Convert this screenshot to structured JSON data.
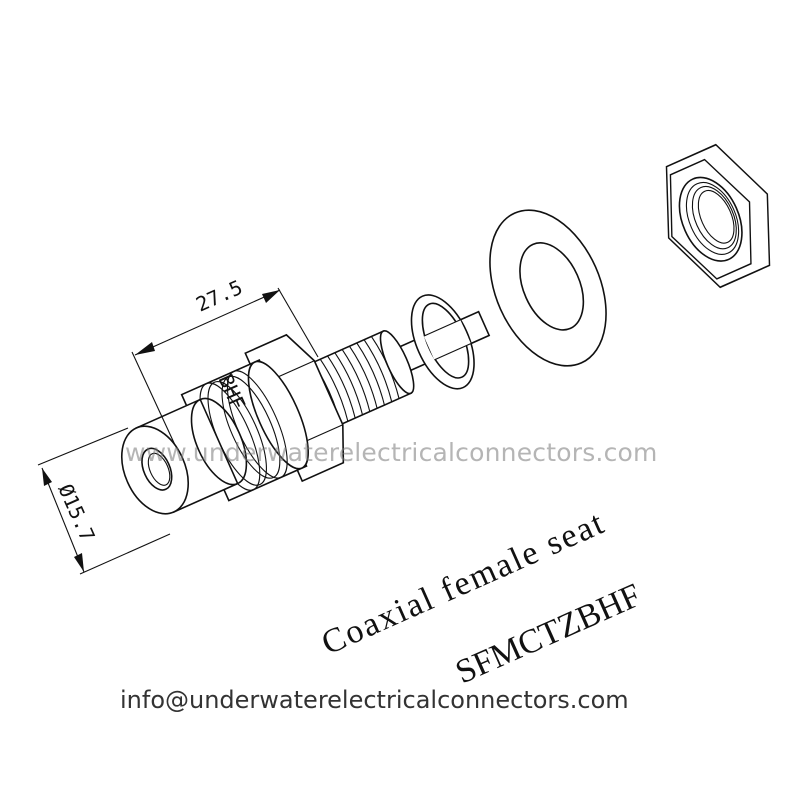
{
  "drawing": {
    "dimension_length": "27.5",
    "dimension_diameter": "Ø15.7",
    "part_name": "Coaxial female seat",
    "part_code": "SFMCTZBHF",
    "body_marking": "BHF"
  },
  "watermark": "www.underwaterelectricalconnectors.com",
  "contact_email": "info@underwaterelectricalconnectors.com"
}
